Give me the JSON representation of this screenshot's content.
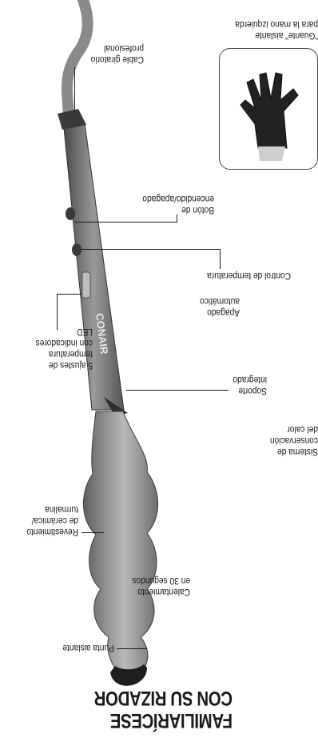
{
  "title": {
    "line1": "FAMILIARÍCESE",
    "line2": "CON SU RIZADOR"
  },
  "features": {
    "insulated_tip": "Punta aislante",
    "heat_up": [
      "Calentamiento",
      "en 30 segundos"
    ],
    "coating": [
      "Revestimiento",
      "de cerámica/",
      "turmalina"
    ],
    "heat_system": [
      "Sistema de",
      "conservación",
      "del calor"
    ],
    "stand": [
      "Soporte",
      "integrado"
    ],
    "settings": [
      "5 ajustes de",
      "temperatura",
      "con indicadores",
      "LED"
    ],
    "auto_off": [
      "Apagado",
      "automático"
    ],
    "temp_control": "Control de temperatura",
    "power_button": [
      "Botón de",
      "encendido/apagado"
    ],
    "cord": [
      "Cable giratorio",
      "profesional"
    ],
    "glove": [
      "\"Guante\" aislante",
      "para la mano izquierda"
    ]
  },
  "brand": "CONAIR",
  "colors": {
    "barrel": "#9a9a9a",
    "handle": "#7d7d7d",
    "tip": "#1e1e1e",
    "text": "#1a1a1a"
  }
}
